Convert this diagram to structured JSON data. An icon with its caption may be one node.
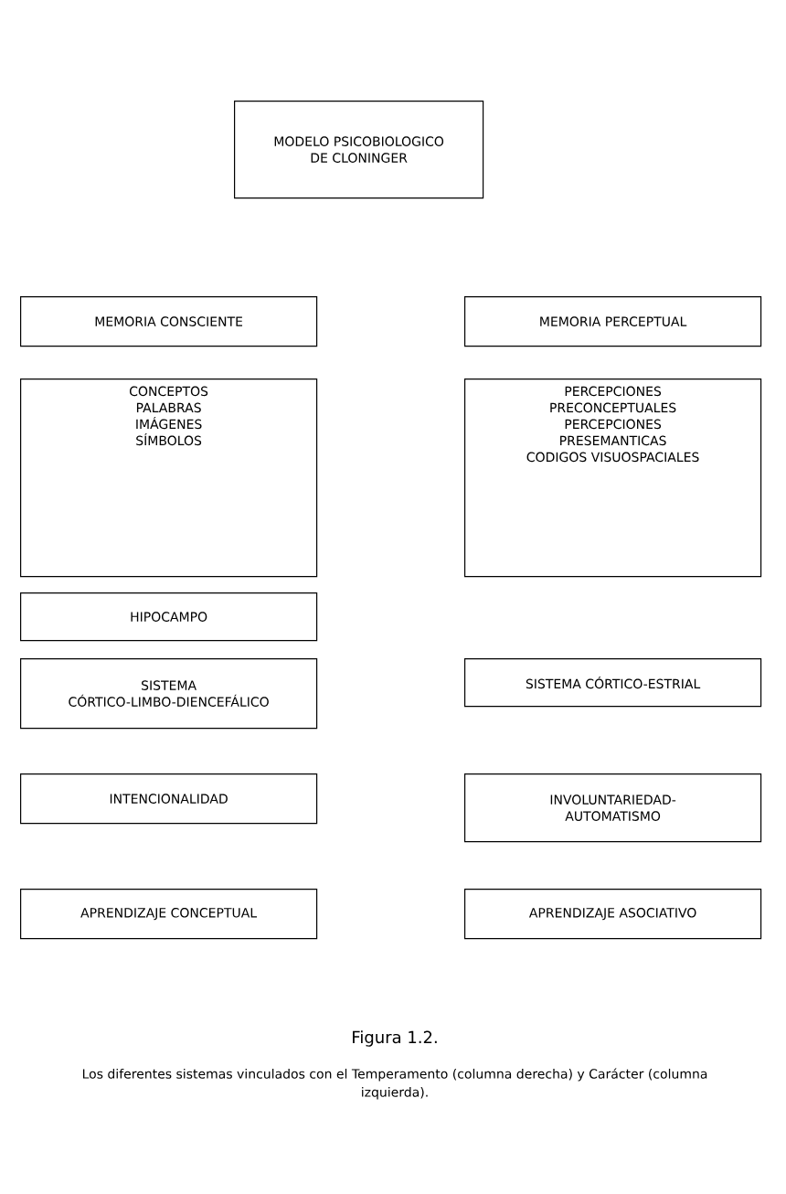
{
  "diagram": {
    "nodes": [
      {
        "text": [
          "MODELO PSICOBIOLOGICO DE CLONINGER"
        ]
      },
      {
        "text": [
          "MEMORIA CONSCIENTE"
        ]
      },
      {
        "text": [
          "MEMORIA PERCEPTUAL"
        ]
      },
      {
        "text": [
          "CONCEPTOS",
          "PALABRAS",
          "IMÁGENES",
          "SÍMBOLOS"
        ]
      },
      {
        "text": [
          "PERCEPCIONES",
          "PRECONCEPTUALES",
          "PERCEPCIONES",
          "PRESEMANTICAS",
          "CODIGOS VISUOSPACIALES"
        ]
      },
      {
        "text": [
          "HIPOCAMPO"
        ]
      },
      {
        "text": [
          "SISTEMA CÓRTICO-LIMBO-DIENCEFÁLICO"
        ]
      },
      {
        "text": [
          "SISTEMA CÓRTICO-ESTRIAL"
        ]
      },
      {
        "text": [
          "INTENCIONALIDAD"
        ]
      },
      {
        "text": [
          "INVOLUNTARIEDAD-AUTOMATISMO"
        ]
      },
      {
        "text": [
          "APRENDIZAJE CONCEPTUAL"
        ]
      },
      {
        "text": [
          "APRENDIZAJE ASOCIATIVO"
        ]
      }
    ],
    "labels": [
      "Figura 1.2."
    ],
    "caption": "Los diferentes sistemas vinculados con el Temperamento (columna derecha) y Carácter (columna izquierda)."
  }
}
